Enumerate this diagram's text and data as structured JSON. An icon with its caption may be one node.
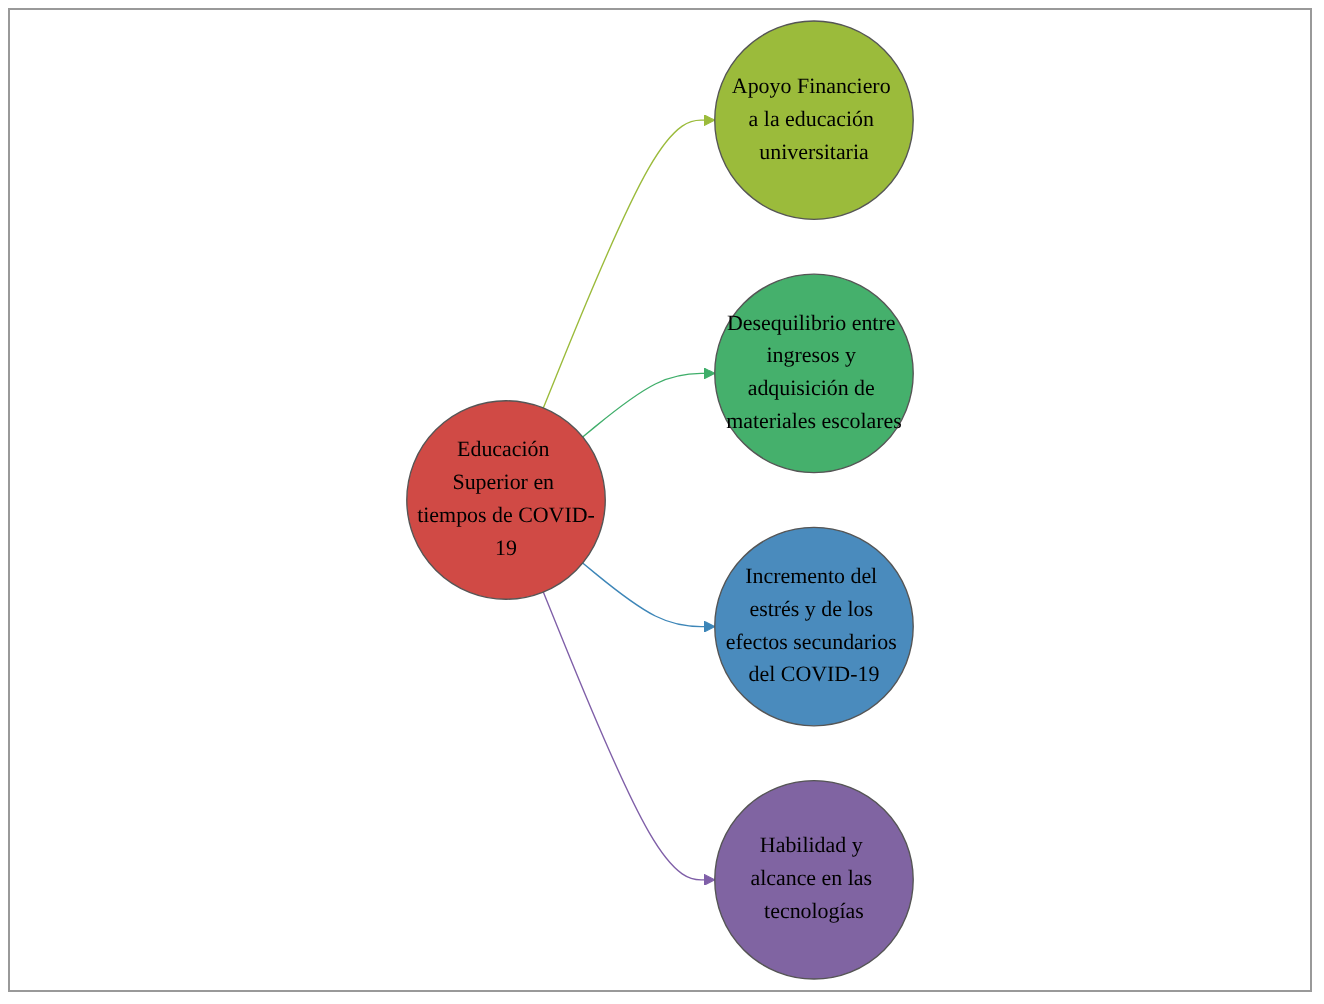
{
  "diagram": {
    "nodes": [
      {
        "text": [
          "Apoyo Financiero a la educación universitaria"
        ]
      },
      {
        "text": [
          "Habilidad y alcance en las tecnologías"
        ]
      },
      {
        "text": [
          "Educación Superior en tiempos de COVID-19"
        ]
      },
      {
        "text": [
          "Desequilibrio entre ingresos y adquisición de materiales escolares"
        ]
      },
      {
        "text": [
          "Incremento del estrés y de los efectos secundarios del COVID-19"
        ]
      }
    ],
    "edges": [
      {
        "from": 2,
        "to": 0,
        "arrow": "to",
        "color": "#9bbb3b"
      },
      {
        "from": 2,
        "to": 3,
        "arrow": "to",
        "color": "#3fae6a"
      },
      {
        "from": 2,
        "to": 4,
        "arrow": "to",
        "color": "#3d86b8"
      },
      {
        "from": 2,
        "to": 1,
        "arrow": "to",
        "color": "#7f5fa8"
      }
    ]
  }
}
